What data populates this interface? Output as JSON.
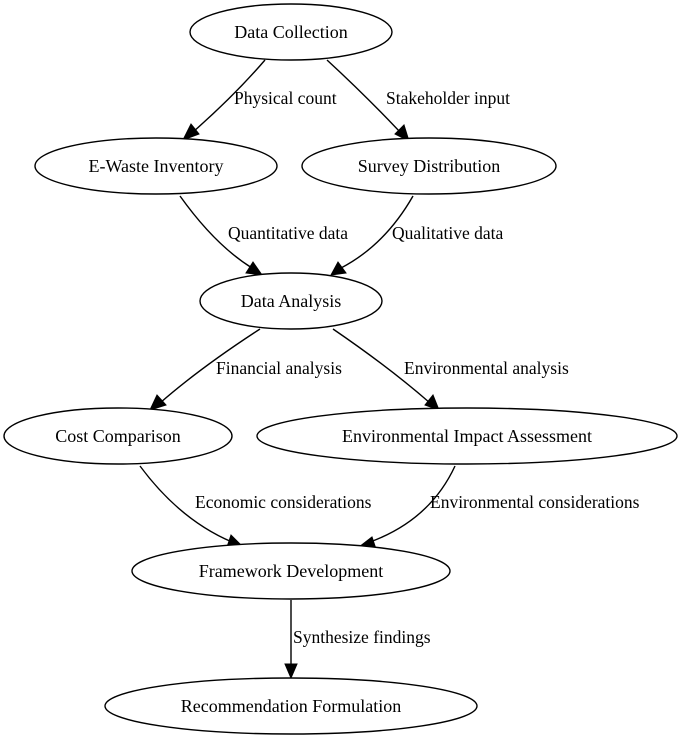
{
  "nodes": {
    "data_collection": "Data Collection",
    "ewaste_inventory": "E-Waste Inventory",
    "survey_distribution": "Survey Distribution",
    "data_analysis": "Data Analysis",
    "cost_comparison": "Cost Comparison",
    "env_impact": "Environmental Impact Assessment",
    "framework_dev": "Framework Development",
    "recommendation": "Recommendation Formulation"
  },
  "edges": {
    "physical_count": "Physical count",
    "stakeholder_input": "Stakeholder input",
    "quantitative_data": "Quantitative data",
    "qualitative_data": "Qualitative data",
    "financial_analysis": "Financial analysis",
    "environmental_analysis": "Environmental analysis",
    "economic_considerations": "Economic considerations",
    "environmental_considerations": "Environmental considerations",
    "synthesize_findings": "Synthesize findings"
  }
}
